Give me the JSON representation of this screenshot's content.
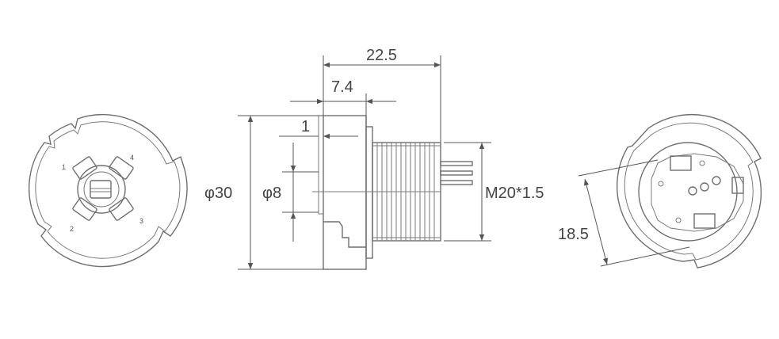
{
  "dimensions": {
    "overall_length": "22.5",
    "flange_offset": "7.4",
    "flange_thickness": "1",
    "outer_diameter": "φ30",
    "inner_diameter": "φ8",
    "thread": "M20*1.5",
    "thread_cross": "18.5"
  },
  "pin_numbers": [
    "1",
    "4",
    "3",
    "2"
  ]
}
